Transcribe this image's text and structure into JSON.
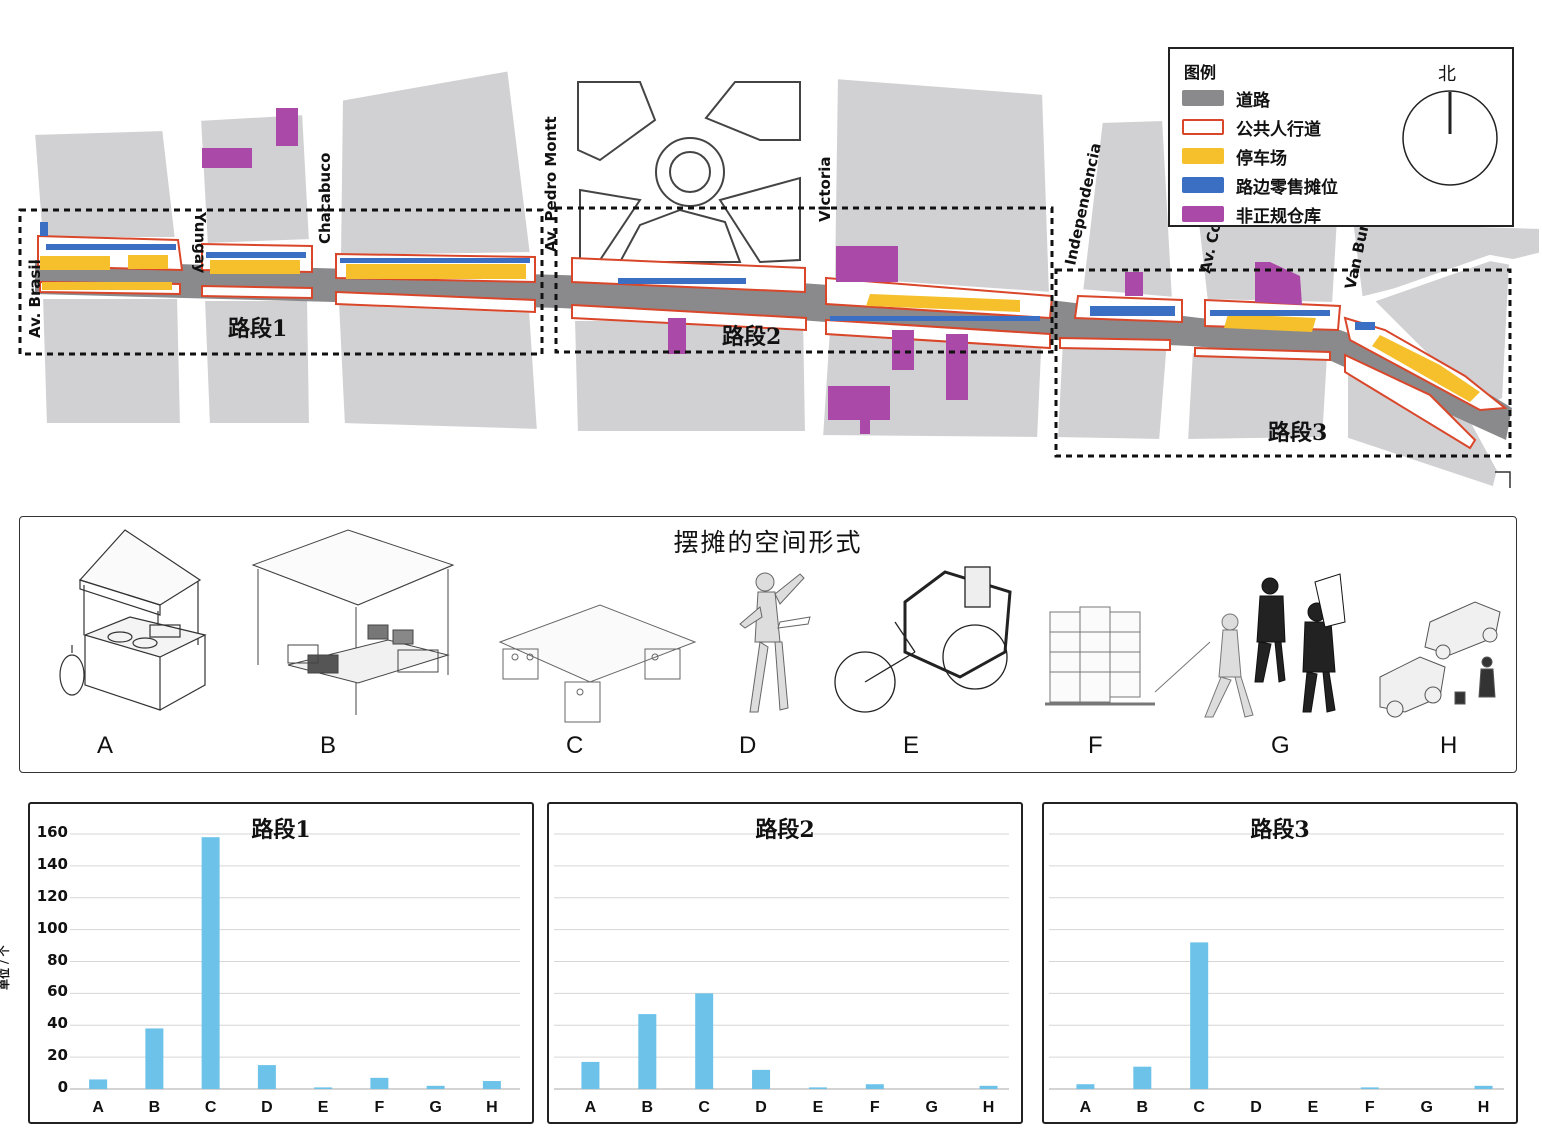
{
  "map": {
    "street_labels": [
      "Av. Brasil",
      "Yungay",
      "Chacabuco",
      "Av. Pedro Montt",
      "Victoria",
      "Independencia",
      "Av. Co",
      "Van Bur"
    ],
    "segment_labels": [
      "路段1",
      "路段2",
      "路段3"
    ],
    "colors": {
      "block": "#d1d1d3",
      "road": "#8a8a8c",
      "sidewalk_stroke": "#d9462a",
      "parking": "#f5c02c",
      "vendor": "#3b6fc4",
      "warehouse": "#ab49a8"
    }
  },
  "legend": {
    "title": "图例",
    "north": "北",
    "items": [
      {
        "label": "道路",
        "color": "#8a8a8c",
        "style": "fill"
      },
      {
        "label": "公共人行道",
        "color": "#d9462a",
        "style": "outline"
      },
      {
        "label": "停车场",
        "color": "#f5c02c",
        "style": "fill"
      },
      {
        "label": "路边零售摊位",
        "color": "#3b6fc4",
        "style": "fill"
      },
      {
        "label": "非正规仓库",
        "color": "#ab49a8",
        "style": "fill"
      }
    ]
  },
  "forms": {
    "title": "摆摊的空间形式",
    "letters": [
      "A",
      "B",
      "C",
      "D",
      "E",
      "F",
      "G",
      "H"
    ]
  },
  "chart_data": [
    {
      "type": "bar",
      "title": "路段1",
      "categories": [
        "A",
        "B",
        "C",
        "D",
        "E",
        "F",
        "G",
        "H"
      ],
      "values": [
        6,
        38,
        158,
        15,
        1,
        7,
        2,
        5
      ],
      "ylim": [
        0,
        160
      ],
      "yticks": [
        0,
        20,
        40,
        60,
        80,
        100,
        120,
        140,
        160
      ],
      "ylabel": "单位 / 个",
      "grid": true,
      "color": "#6dc2ea"
    },
    {
      "type": "bar",
      "title": "路段2",
      "categories": [
        "A",
        "B",
        "C",
        "D",
        "E",
        "F",
        "G",
        "H"
      ],
      "values": [
        17,
        47,
        60,
        12,
        1,
        3,
        0,
        2
      ],
      "ylim": [
        0,
        160
      ],
      "grid": true,
      "color": "#6dc2ea"
    },
    {
      "type": "bar",
      "title": "路段3",
      "categories": [
        "A",
        "B",
        "C",
        "D",
        "E",
        "F",
        "G",
        "H"
      ],
      "values": [
        3,
        14,
        92,
        0,
        0,
        1,
        0,
        2
      ],
      "ylim": [
        0,
        160
      ],
      "grid": true,
      "color": "#6dc2ea"
    }
  ]
}
